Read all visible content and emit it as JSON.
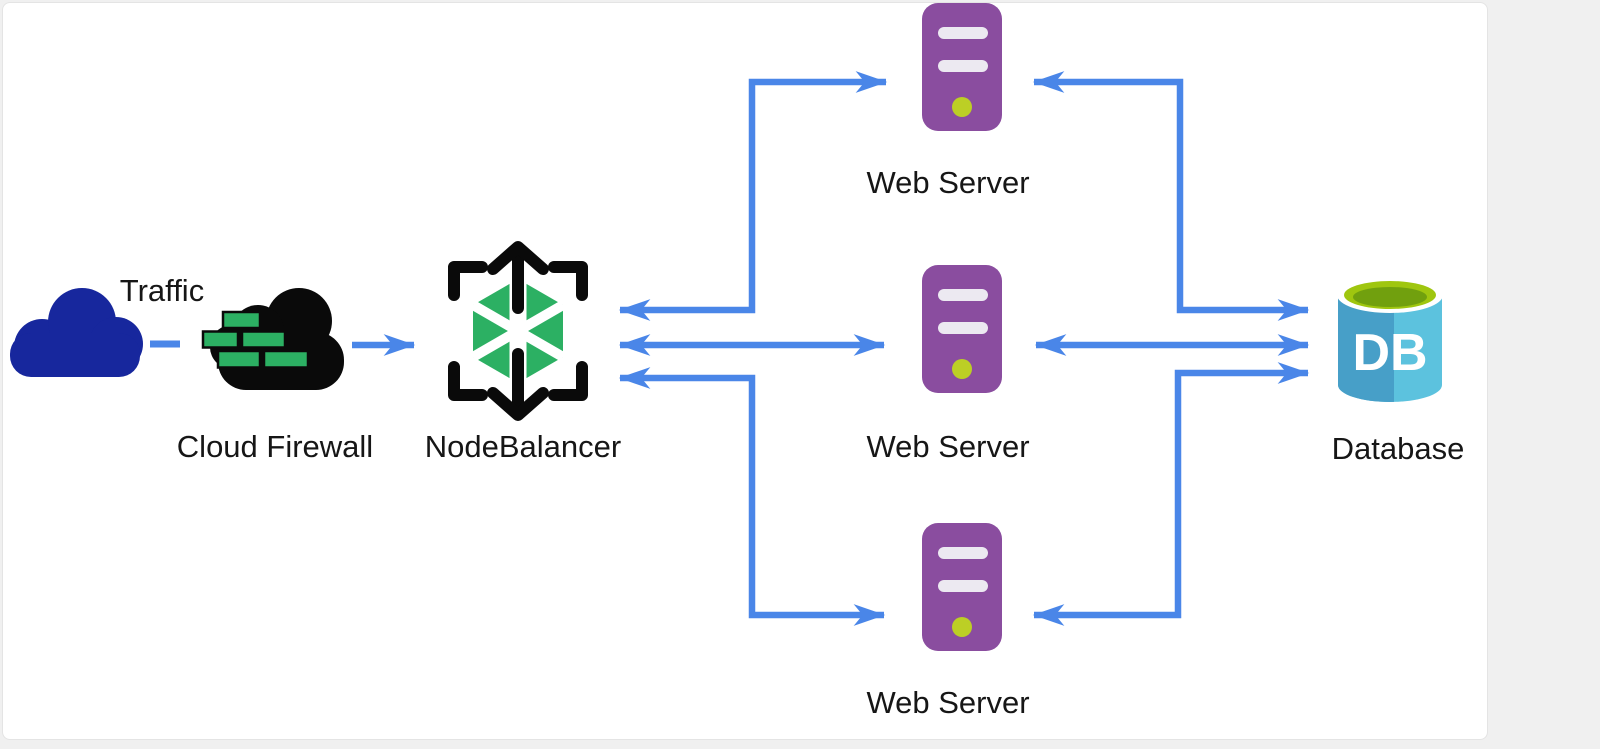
{
  "background": {
    "page_bg": "#f0f0f0",
    "panel_bg": "#ffffff",
    "panel_border": "#e4e4e4"
  },
  "diagram": {
    "edge_color": "#4a86e8",
    "nodes": [
      {
        "id": "traffic",
        "label": "Traffic",
        "icon": "cloud-icon",
        "color": "#17279d"
      },
      {
        "id": "cloud-firewall",
        "label": "Cloud Firewall",
        "icon": "firewall-cloud-icon",
        "cloud_color": "#0a0a0a",
        "brick_color": "#2cb063"
      },
      {
        "id": "nodebalancer",
        "label": "NodeBalancer",
        "icon": "nodebalancer-icon",
        "hex_color": "#2cb063",
        "arrow_color": "#0a0a0a"
      },
      {
        "id": "web-server-1",
        "label": "Web Server",
        "icon": "server-icon",
        "body_color": "#8a4d9f",
        "slot_color": "#ece9f1",
        "led_color": "#bccf25"
      },
      {
        "id": "web-server-2",
        "label": "Web Server",
        "icon": "server-icon",
        "body_color": "#8a4d9f",
        "slot_color": "#ece9f1",
        "led_color": "#bccf25"
      },
      {
        "id": "web-server-3",
        "label": "Web Server",
        "icon": "server-icon",
        "body_color": "#8a4d9f",
        "slot_color": "#ece9f1",
        "led_color": "#bccf25"
      },
      {
        "id": "database",
        "label": "Database",
        "badge": "DB",
        "icon": "database-icon",
        "body_left_color": "#479fc8",
        "body_right_color": "#5cc2de",
        "top_ring_color": "#9fc60f",
        "top_inner_color": "#71a00e",
        "badge_color": "#ffffff"
      }
    ],
    "edges": [
      {
        "from": "traffic",
        "to": "cloud-firewall",
        "style": "dashed",
        "arrowheads": "none"
      },
      {
        "from": "cloud-firewall",
        "to": "nodebalancer",
        "style": "straight",
        "arrowheads": "end"
      },
      {
        "from": "nodebalancer",
        "to": "web-server-1",
        "style": "elbow",
        "arrowheads": "both"
      },
      {
        "from": "nodebalancer",
        "to": "web-server-2",
        "style": "straight",
        "arrowheads": "both"
      },
      {
        "from": "nodebalancer",
        "to": "web-server-3",
        "style": "elbow",
        "arrowheads": "both"
      },
      {
        "from": "web-server-1",
        "to": "database",
        "style": "elbow",
        "arrowheads": "both"
      },
      {
        "from": "web-server-2",
        "to": "database",
        "style": "straight",
        "arrowheads": "both"
      },
      {
        "from": "web-server-3",
        "to": "database",
        "style": "elbow",
        "arrowheads": "both"
      }
    ]
  }
}
